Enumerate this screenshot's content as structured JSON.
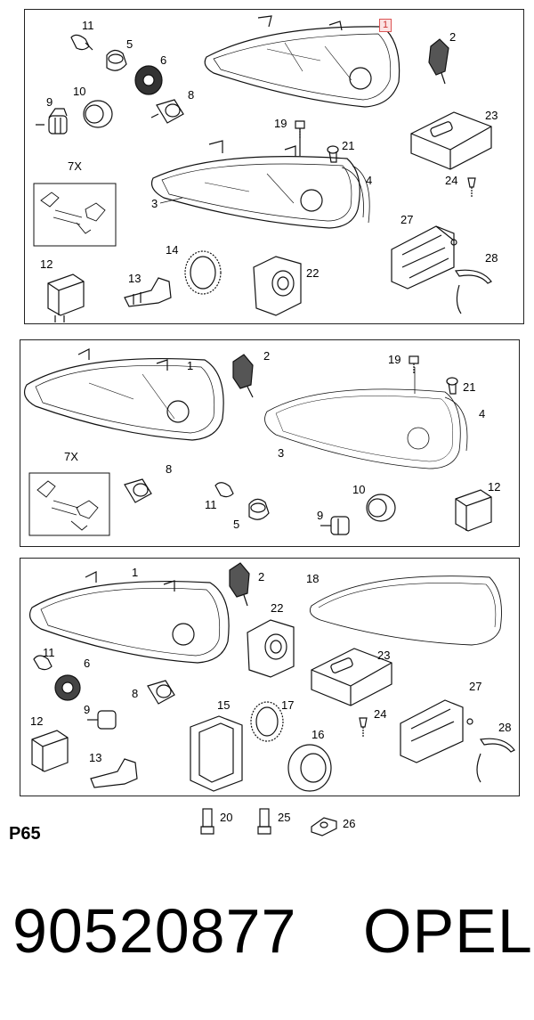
{
  "page_code": "P65",
  "part_number": "90520877",
  "brand": "OPEL",
  "highlight_label": "1",
  "panel1_labels": {
    "p11": "11",
    "p5": "5",
    "p6": "6",
    "p9": "9",
    "p10": "10",
    "p8": "8",
    "p7x": "7X",
    "p12": "12",
    "p13": "13",
    "p14": "14",
    "p22": "22",
    "p3": "3",
    "p4": "4",
    "p19": "19",
    "p21": "21",
    "p2": "2",
    "p23": "23",
    "p24": "24",
    "p27": "27",
    "p28": "28"
  },
  "panel2_labels": {
    "p1": "1",
    "p2": "2",
    "p19": "19",
    "p21": "21",
    "p4": "4",
    "p3": "3",
    "p7x": "7X",
    "p8": "8",
    "p11": "11",
    "p5": "5",
    "p10": "10",
    "p9": "9",
    "p12": "12"
  },
  "panel3_labels": {
    "p1": "1",
    "p2": "2",
    "p18": "18",
    "p22": "22",
    "p11": "11",
    "p6": "6",
    "p23": "23",
    "p8": "8",
    "p9": "9",
    "p12": "12",
    "p15": "15",
    "p17": "17",
    "p24": "24",
    "p27": "27",
    "p16": "16",
    "p28": "28",
    "p13": "13"
  },
  "loose_labels": {
    "p20": "20",
    "p25": "25",
    "p26": "26"
  }
}
